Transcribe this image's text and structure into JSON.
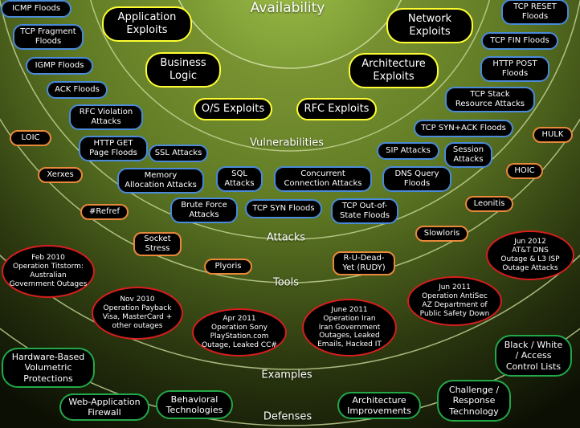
{
  "layers": {
    "availability": "Availability",
    "vulnerabilities": "Vulnerabilities",
    "attacks": "Attacks",
    "tools": "Tools",
    "examples": "Examples",
    "defenses": "Defenses"
  },
  "colors": {
    "vulnerability_border": "#ffff33",
    "attack_border": "#4a8ad8",
    "tool_border": "#e8883a",
    "example_border": "#d81e1e",
    "defense_border": "#22a848"
  },
  "vulnerabilities": {
    "application_exploits": "Application\nExploits",
    "network_exploits": "Network\nExploits",
    "business_logic": "Business\nLogic",
    "architecture_exploits": "Architecture\nExploits",
    "os_exploits": "O/S Exploits",
    "rfc_exploits": "RFC Exploits"
  },
  "attacks": {
    "icmp_floods": "ICMP Floods",
    "tcp_fragment_floods": "TCP Fragment\nFloods",
    "igmp_floods": "IGMP Floods",
    "ack_floods": "ACK Floods",
    "rfc_violation_attacks": "RFC Violation\nAttacks",
    "http_get_page_floods": "HTTP GET\nPage Floods",
    "ssl_attacks": "SSL Attacks",
    "memory_allocation_attacks": "Memory\nAllocation Attacks",
    "sql_attacks": "SQL\nAttacks",
    "concurrent_connection_attacks": "Concurrent\nConnection Attacks",
    "dns_query_floods": "DNS Query\nFloods",
    "brute_force_attacks": "Brute Force\nAttacks",
    "tcp_syn_floods": "TCP SYN Floods",
    "tcp_out_of_state_floods": "TCP Out-of-\nState Floods",
    "tcp_reset_floods": "TCP RESET\nFloods",
    "tcp_fin_floods": "TCP FIN Floods",
    "http_post_floods": "HTTP POST\nFloods",
    "tcp_stack_resource_attacks": "TCP Stack\nResource Attacks",
    "tcp_syn_ack_floods": "TCP SYN+ACK Floods",
    "sip_attacks": "SIP Attacks",
    "session_attacks": "Session\nAttacks"
  },
  "tools": {
    "loic": "LOIC",
    "xerxes": "Xerxes",
    "refref": "#Refref",
    "socket_stress": "Socket\nStress",
    "plyoris": "Plyoris",
    "rudy": "R-U-Dead-\nYet (RUDY)",
    "slowloris": "Slowloris",
    "leonitis": "Leonitis",
    "hoic": "HOIC",
    "hulk": "HULK"
  },
  "examples": {
    "titstorm": "Feb 2010\nOperation Titstorm:\nAustralian\nGovernment Outages",
    "payback": "Nov 2010\nOperation Payback\nVisa, MasterCard +\nother outages",
    "sony": "Apr 2011\nOperation Sony\nPlayStation.com\nOutage, Leaked CC#",
    "iran": "June 2011\nOperation Iran\nIran Government\nOutages, Leaked\nEmails, Hacked IT",
    "antisec": "Jun 2011\nOperation AntiSec\nAZ Department of\nPublic Safety Down",
    "att": "Jun 2012\nAT&T DNS\nOutage & L3 ISP\nOutage Attacks"
  },
  "defenses": {
    "hardware_based": "Hardware-Based\nVolumetric\nProtections",
    "web_application_firewall": "Web-Application\nFirewall",
    "behavioral_technologies": "Behavioral\nTechnologies",
    "architecture_improvements": "Architecture\nImprovements",
    "challenge_response": "Challenge /\nResponse\nTechnology",
    "access_control_lists": "Black / White\n/ Access\nControl Lists"
  }
}
